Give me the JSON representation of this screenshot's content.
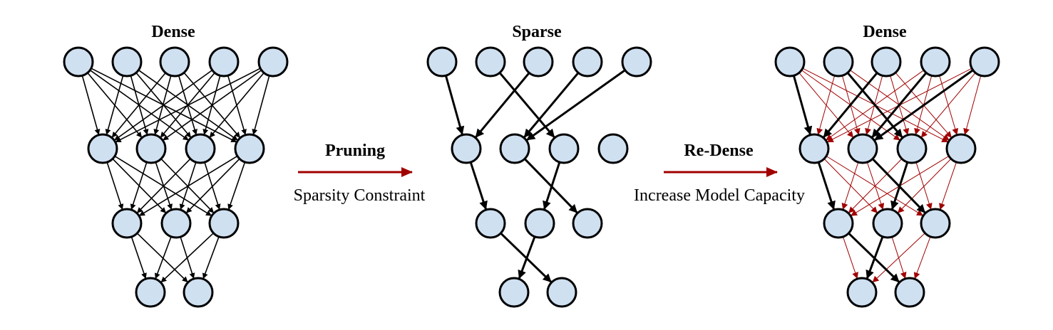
{
  "panels": [
    {
      "title": "Dense",
      "style": "dense"
    },
    {
      "title": "Sparse",
      "style": "sparse"
    },
    {
      "title": "Dense",
      "style": "redense"
    }
  ],
  "transitions": [
    {
      "title": "Pruning",
      "subtitle": "Sparsity Constraint"
    },
    {
      "title": "Re-Dense",
      "subtitle": "Increase Model Capacity"
    }
  ],
  "network": {
    "layers": [
      5,
      4,
      3,
      2
    ],
    "sparse_connections": [
      [
        [
          0,
          0
        ],
        [
          1,
          2
        ],
        [
          2,
          0
        ],
        [
          3,
          1
        ],
        [
          4,
          1
        ]
      ],
      [
        [
          0,
          0
        ],
        [
          1,
          2
        ],
        [
          2,
          1
        ]
      ],
      [
        [
          0,
          1
        ],
        [
          1,
          0
        ]
      ]
    ]
  },
  "colors": {
    "node_fill": "#cfe0f1",
    "node_stroke": "#000000",
    "edge": "#000000",
    "added_edge": "#a00000",
    "arrow": "#a00000"
  }
}
